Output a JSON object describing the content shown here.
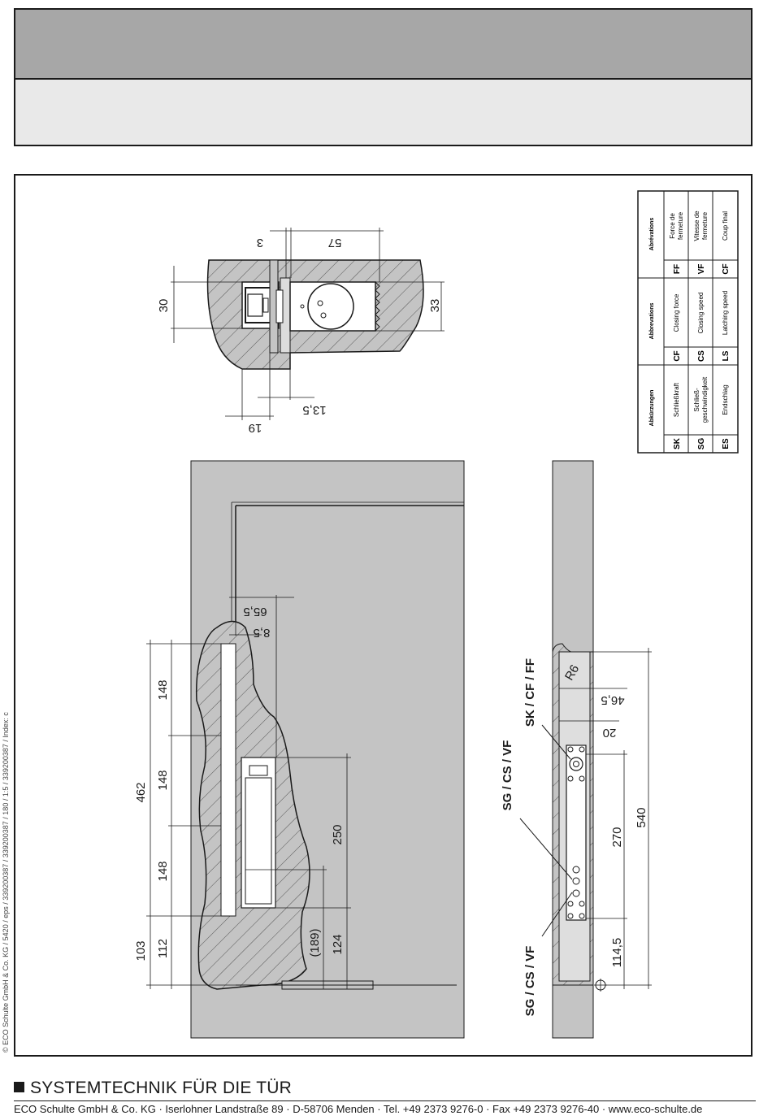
{
  "abbreviations": {
    "columns": [
      {
        "header": "Abkürzungen",
        "rows": [
          {
            "code": "SK",
            "desc": [
              "Schließkraft"
            ]
          },
          {
            "code": "SG",
            "desc": [
              "Schließ-",
              "geschwindigkeit"
            ]
          },
          {
            "code": "ES",
            "desc": [
              "Endschlag"
            ]
          }
        ]
      },
      {
        "header": "Abbrevations",
        "rows": [
          {
            "code": "CF",
            "desc": [
              "Closing force"
            ]
          },
          {
            "code": "CS",
            "desc": [
              "Closing speed"
            ]
          },
          {
            "code": "LS",
            "desc": [
              "Latching speed"
            ]
          }
        ]
      },
      {
        "header": "Abrévations",
        "rows": [
          {
            "code": "FF",
            "desc": [
              "Force de",
              "fermeture"
            ]
          },
          {
            "code": "VF",
            "desc": [
              "Vitesse de",
              "fermeture"
            ]
          },
          {
            "code": "CF",
            "desc": [
              "Coup final"
            ]
          }
        ]
      }
    ]
  },
  "section_view": {
    "dims": {
      "d3": "3",
      "d57": "57",
      "d30": "30",
      "d33": "33",
      "d13_5": "13,5",
      "d19": "19"
    }
  },
  "elevation_view": {
    "dims": {
      "d65_5": "65,5",
      "d8_5": "8,5",
      "d462": "462",
      "d148a": "148",
      "d148b": "148",
      "d148c": "148",
      "d103": "103",
      "d112": "112",
      "d250": "250",
      "d189": "(189)",
      "d124": "124"
    }
  },
  "side_view": {
    "dims": {
      "r6": "R6",
      "d46_5": "46,5",
      "d20": "20",
      "d540": "540",
      "d270": "270",
      "d114_5": "114,5"
    },
    "labels": {
      "sk_cf_ff": "SK / CF / FF",
      "sg_cs_vf_1": "SG / CS / VF",
      "sg_cs_vf_2": "SG / CS / VF"
    }
  },
  "side_caption": "© ECO Schulte GmbH & Co. KG / 5420 / eps / 339200387 / 339200387 / 180 / 1:5 / 339200387 / Index: c",
  "footer": {
    "title": "SYSTEMTECHNIK FÜR DIE TÜR",
    "company": "ECO Schulte GmbH & Co. KG · Iserlohner Landstraße 89 · D-58706 Menden · Tel. +49 2373 9276-0 · Fax +49 2373 9276-40 · www.eco-schulte.de"
  },
  "colors": {
    "wall": "#c4c4c4",
    "frame": "#1a1a1a",
    "header_band": "#a7a7a7",
    "header_light": "#e9e9e9"
  }
}
